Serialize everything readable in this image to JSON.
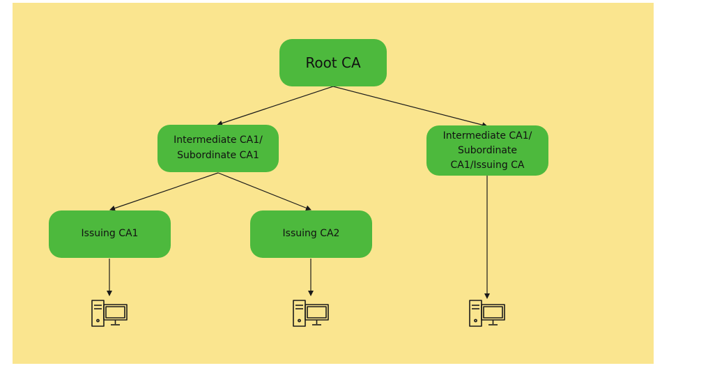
{
  "colors": {
    "background": "#fae58f",
    "node_fill": "#4db93d",
    "edge": "#1a1a1a",
    "icon_stroke": "#1a1a1a"
  },
  "nodes": {
    "root": {
      "label": "Root CA"
    },
    "intermediate_left": {
      "line1": "Intermediate CA1/",
      "line2": "Subordinate CA1"
    },
    "intermediate_right": {
      "line1": "Intermediate CA1/",
      "line2": "Subordinate",
      "line3": "CA1/Issuing CA"
    },
    "issuing_1": {
      "label": "Issuing CA1"
    },
    "issuing_2": {
      "label": "Issuing CA2"
    }
  },
  "icons": [
    "computer-icon",
    "computer-icon",
    "computer-icon"
  ]
}
